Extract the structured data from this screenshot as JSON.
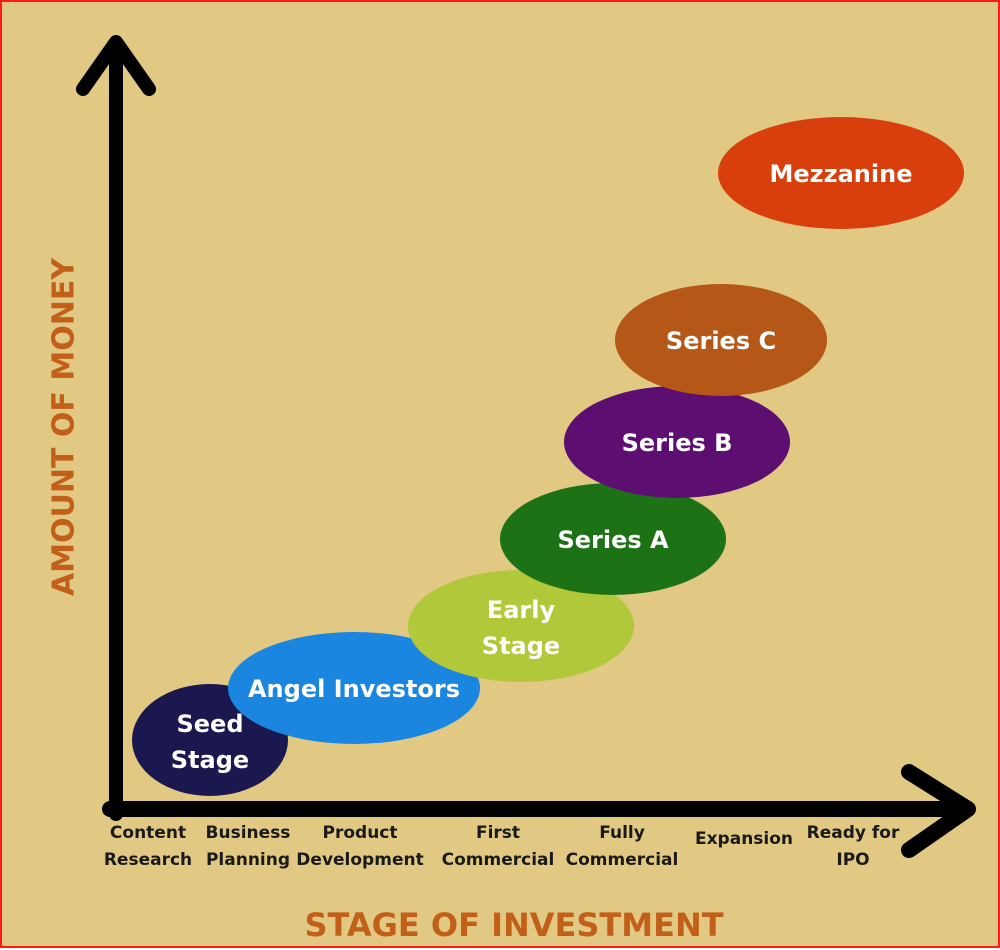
{
  "diagram": {
    "x_axis_title": "STAGE OF INVESTMENT",
    "y_axis_title": "AMOUNT OF MONEY",
    "x_axis_stages": [
      {
        "line1": "Content",
        "line2": "Research"
      },
      {
        "line1": "Business",
        "line2": "Planning"
      },
      {
        "line1": "Product",
        "line2": "Development"
      },
      {
        "line1": "First",
        "line2": "Commercial"
      },
      {
        "line1": "Fully",
        "line2": "Commercial"
      },
      {
        "line1": "Expansion",
        "line2": ""
      },
      {
        "line1": "Ready for",
        "line2": "IPO"
      }
    ],
    "funding_stages": [
      {
        "line1": "Seed",
        "line2": "Stage",
        "color": "#1b174f"
      },
      {
        "line1": "Angel Investors",
        "line2": "",
        "color": "#1a86e0"
      },
      {
        "line1": "Early",
        "line2": "Stage",
        "color": "#b0c83a"
      },
      {
        "line1": "Series A",
        "line2": "",
        "color": "#1e7216"
      },
      {
        "line1": "Series B",
        "line2": "",
        "color": "#5c0f70"
      },
      {
        "line1": "Series C",
        "line2": "",
        "color": "#b55817"
      },
      {
        "line1": "Mezzanine",
        "line2": "",
        "color": "#d93f0d"
      }
    ],
    "colors": {
      "background": "#e1c984",
      "border": "#ff1a1a",
      "axis": "#000000",
      "title": "#c2601a"
    }
  }
}
